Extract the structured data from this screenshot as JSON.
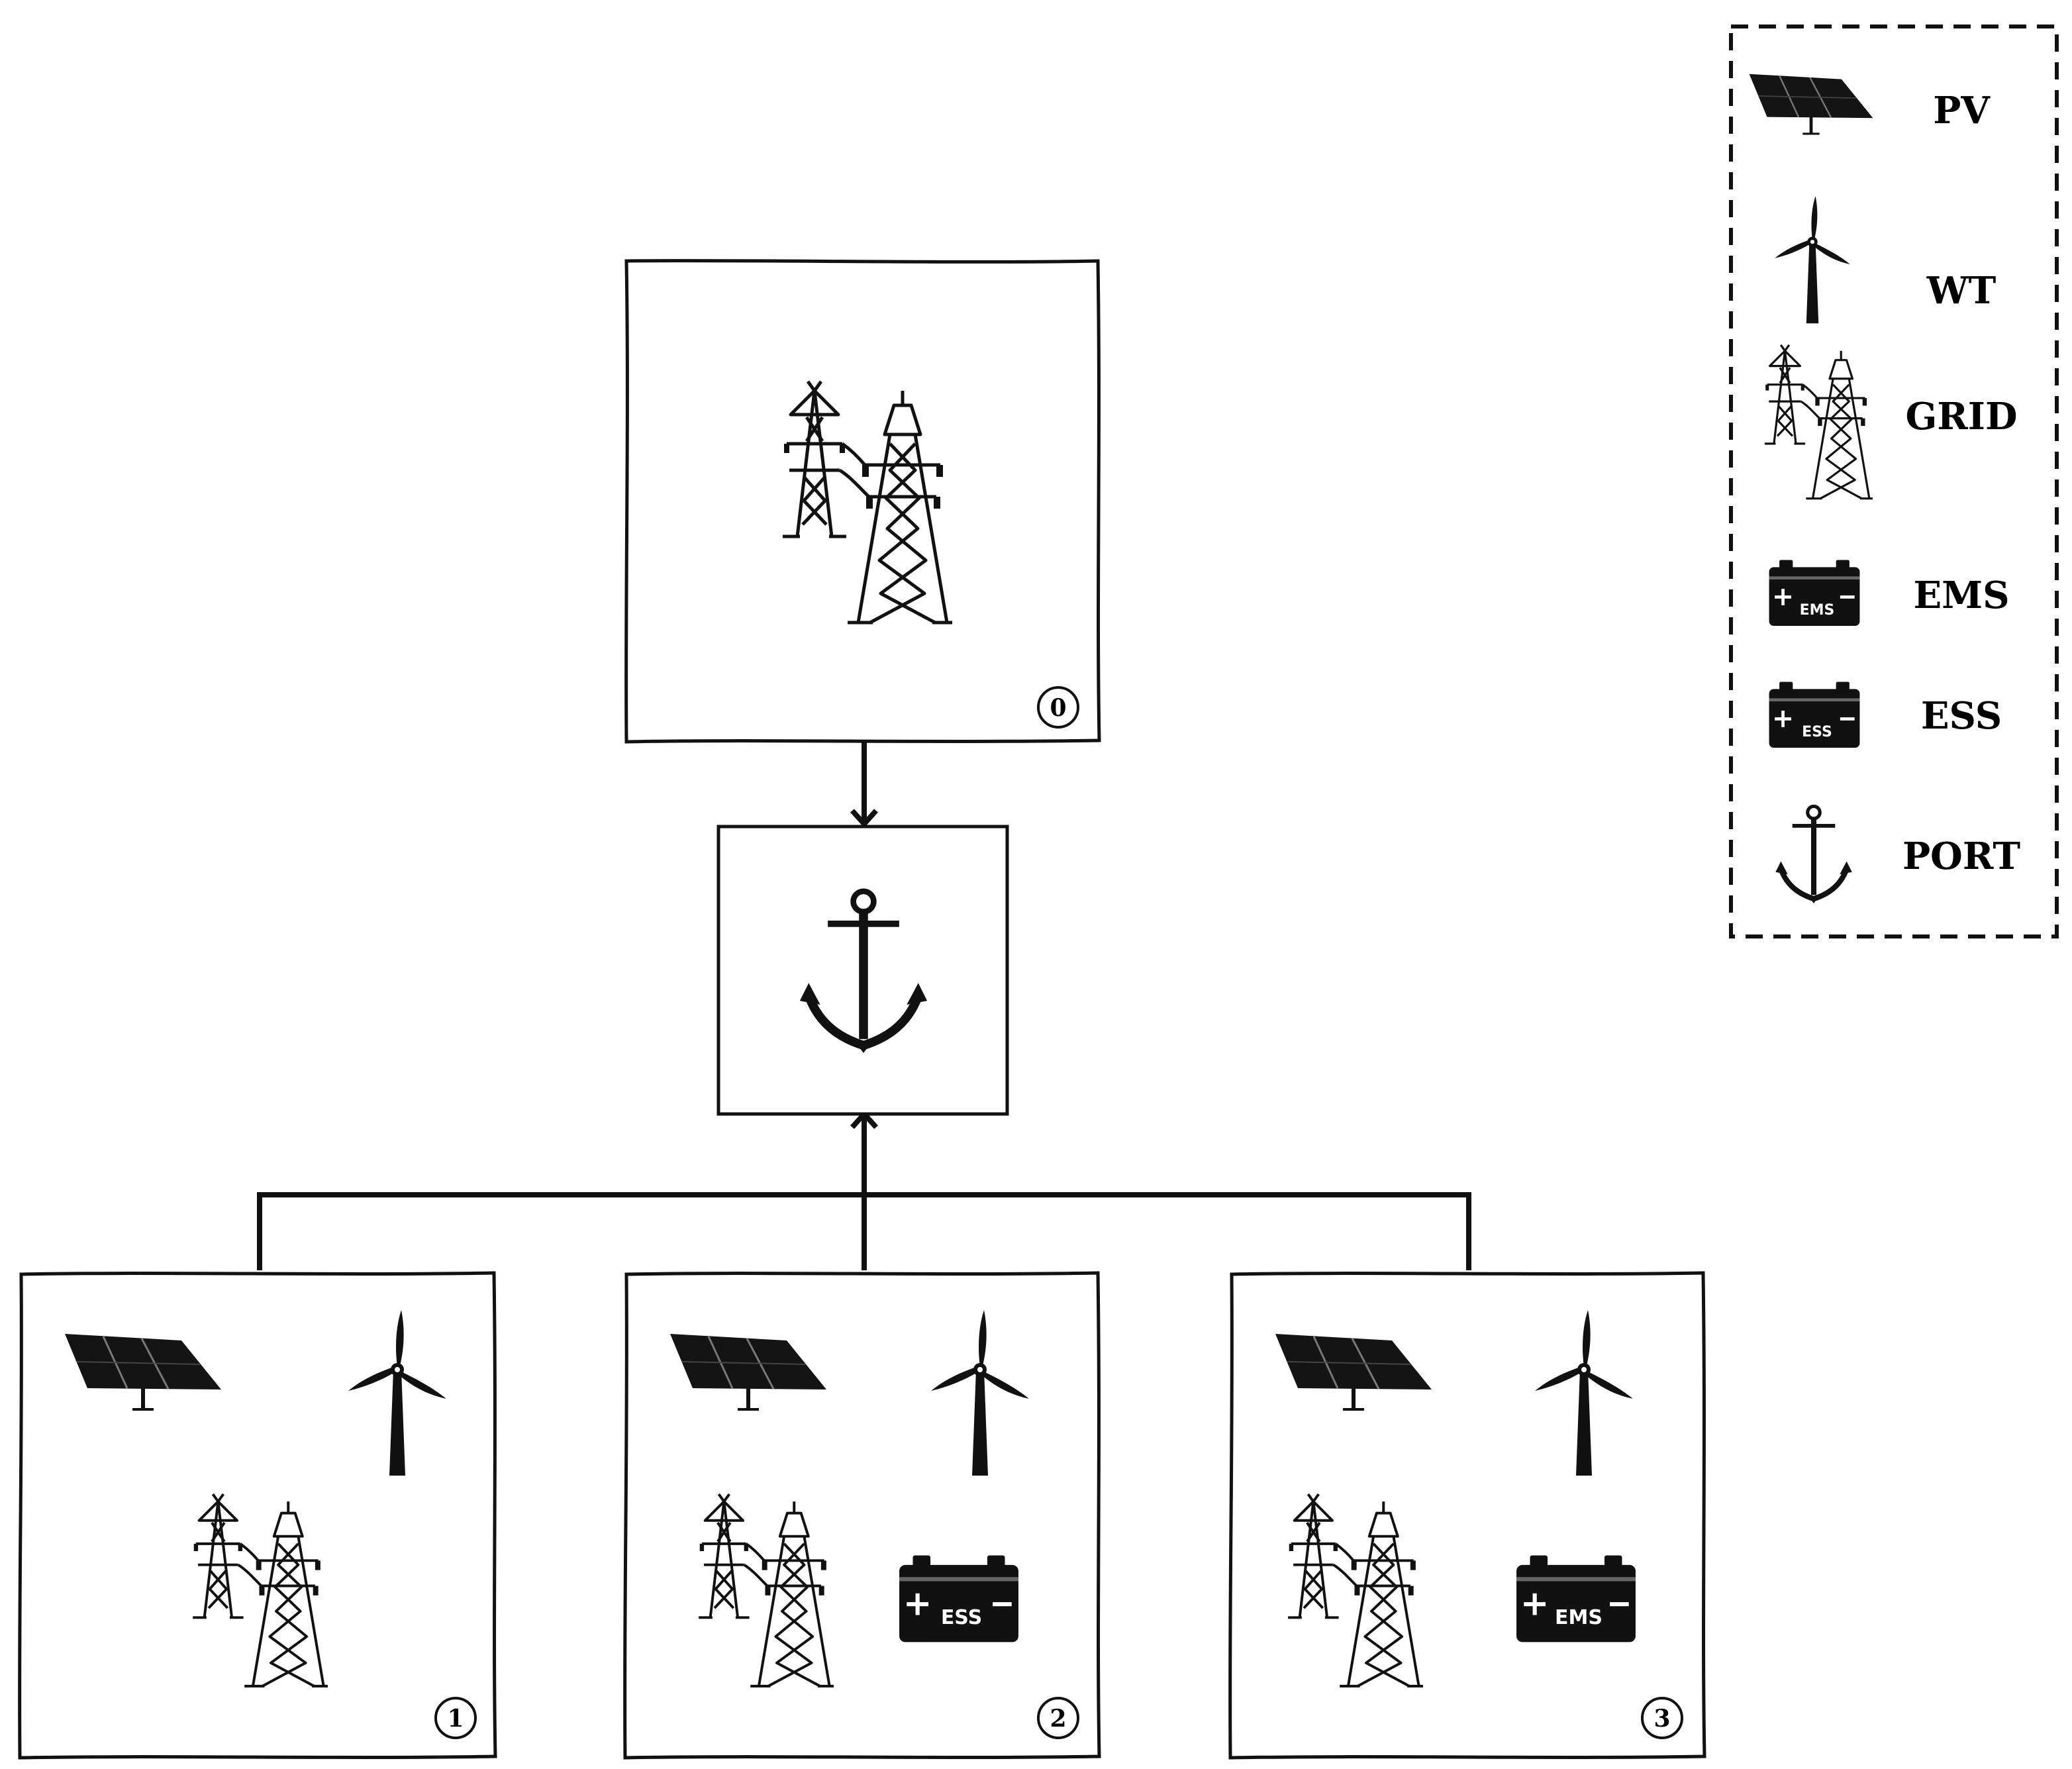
{
  "legend": {
    "items": [
      {
        "icon": "solar-panel-icon",
        "label": "PV"
      },
      {
        "icon": "wind-turbine-icon",
        "label": "WT"
      },
      {
        "icon": "power-grid-icon",
        "label": "GRID"
      },
      {
        "icon": "battery-ems-icon",
        "label": "EMS",
        "badge": "EMS"
      },
      {
        "icon": "battery-ess-icon",
        "label": "ESS",
        "badge": "ESS"
      },
      {
        "icon": "anchor-icon",
        "label": "PORT"
      }
    ]
  },
  "nodes": {
    "grid_node": {
      "number": "0",
      "contents": [
        "power-grid-icon"
      ]
    },
    "port_node": {
      "contents": [
        "anchor-icon"
      ]
    },
    "microgrid_1": {
      "number": "1",
      "contents": [
        "solar-panel-icon",
        "wind-turbine-icon",
        "power-grid-icon"
      ]
    },
    "microgrid_2": {
      "number": "2",
      "contents": [
        "solar-panel-icon",
        "wind-turbine-icon",
        "power-grid-icon",
        "battery-ess-icon"
      ],
      "battery_label": "ESS"
    },
    "microgrid_3": {
      "number": "3",
      "contents": [
        "solar-panel-icon",
        "wind-turbine-icon",
        "power-grid-icon",
        "battery-ems-icon"
      ],
      "battery_label": "EMS"
    }
  },
  "connections": [
    {
      "from": "grid_node",
      "to": "port_node"
    },
    {
      "from": "microgrid_1",
      "to": "port_node"
    },
    {
      "from": "microgrid_2",
      "to": "port_node"
    },
    {
      "from": "microgrid_3",
      "to": "port_node"
    }
  ],
  "colors": {
    "ink": "#111111",
    "background": "#ffffff",
    "panel_light": "#6a6a6a"
  }
}
